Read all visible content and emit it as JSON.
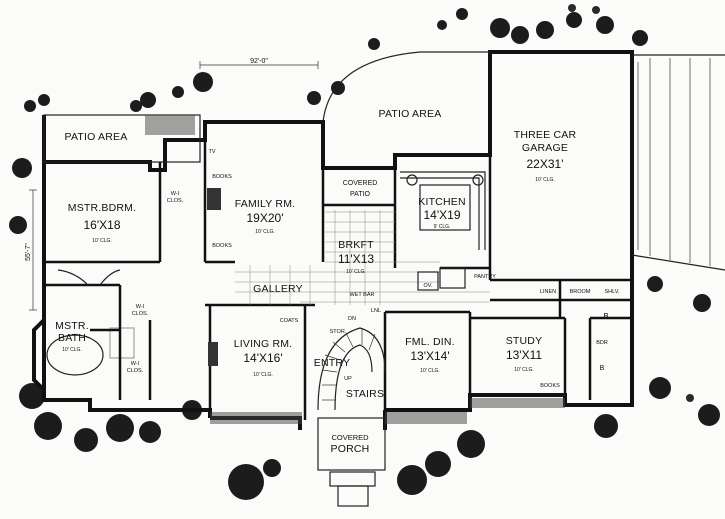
{
  "plan": {
    "overall_width": "92'-0\"",
    "overall_depth": "55'-7\""
  },
  "rooms": {
    "patio_left": "PATIO AREA",
    "patio_right": "PATIO AREA",
    "garage_name": "THREE CAR",
    "garage_name2": "GARAGE",
    "garage_dim": "22X31'",
    "garage_clg": "10' CLG.",
    "master_bed": "MSTR.BDRM.",
    "master_bed_dim": "16'X18",
    "master_bed_clg": "10' CLG.",
    "family": "FAMILY RM.",
    "family_dim": "19X20'",
    "family_clg": "10' CLG.",
    "covered_patio": "COVERED",
    "covered_patio2": "PATIO",
    "kitchen": "KITCHEN",
    "kitchen_dim": "14'X19",
    "kitchen_clg": "9' CLG.",
    "brkft": "BRKFT",
    "brkft_dim": "11'X13",
    "brkft_clg": "10' CLG.",
    "gallery": "GALLERY",
    "master_bath": "MSTR.",
    "master_bath2": "BATH",
    "master_bath_clg": "10' CLG.",
    "living": "LIVING RM.",
    "living_dim": "14'X16'",
    "living_clg": "10' CLG.",
    "entry": "ENTRY",
    "stairs": "STAIRS",
    "fml_din": "FML. DIN.",
    "fml_din_dim": "13'X14'",
    "fml_din_clg": "10' CLG.",
    "study": "STUDY",
    "study_dim": "13'X11",
    "study_clg": "10' CLG.",
    "porch": "COVERED",
    "porch2": "PORCH"
  },
  "labels": {
    "books1": "BOOKS",
    "books2": "BOOKS",
    "books3": "BOOKS",
    "tv": "TV",
    "wi_clos1": "W-I",
    "wi_clos1b": "CLOS.",
    "wi_clos2": "W-I",
    "wi_clos2b": "CLOS.",
    "wi_clos3": "W-I",
    "wi_clos3b": "CLOS.",
    "stor": "STOR.",
    "coats": "COATS",
    "lnl": "LNL",
    "wet_bar": "WET BAR",
    "pantry": "PANTRY",
    "ov": "OV.",
    "linen": "LINEN",
    "broom": "BROOM",
    "shlv": "SHLV.",
    "b": "B",
    "dn": "DN",
    "up": "UP",
    "bath2": "B",
    "bdr": "BDR"
  }
}
